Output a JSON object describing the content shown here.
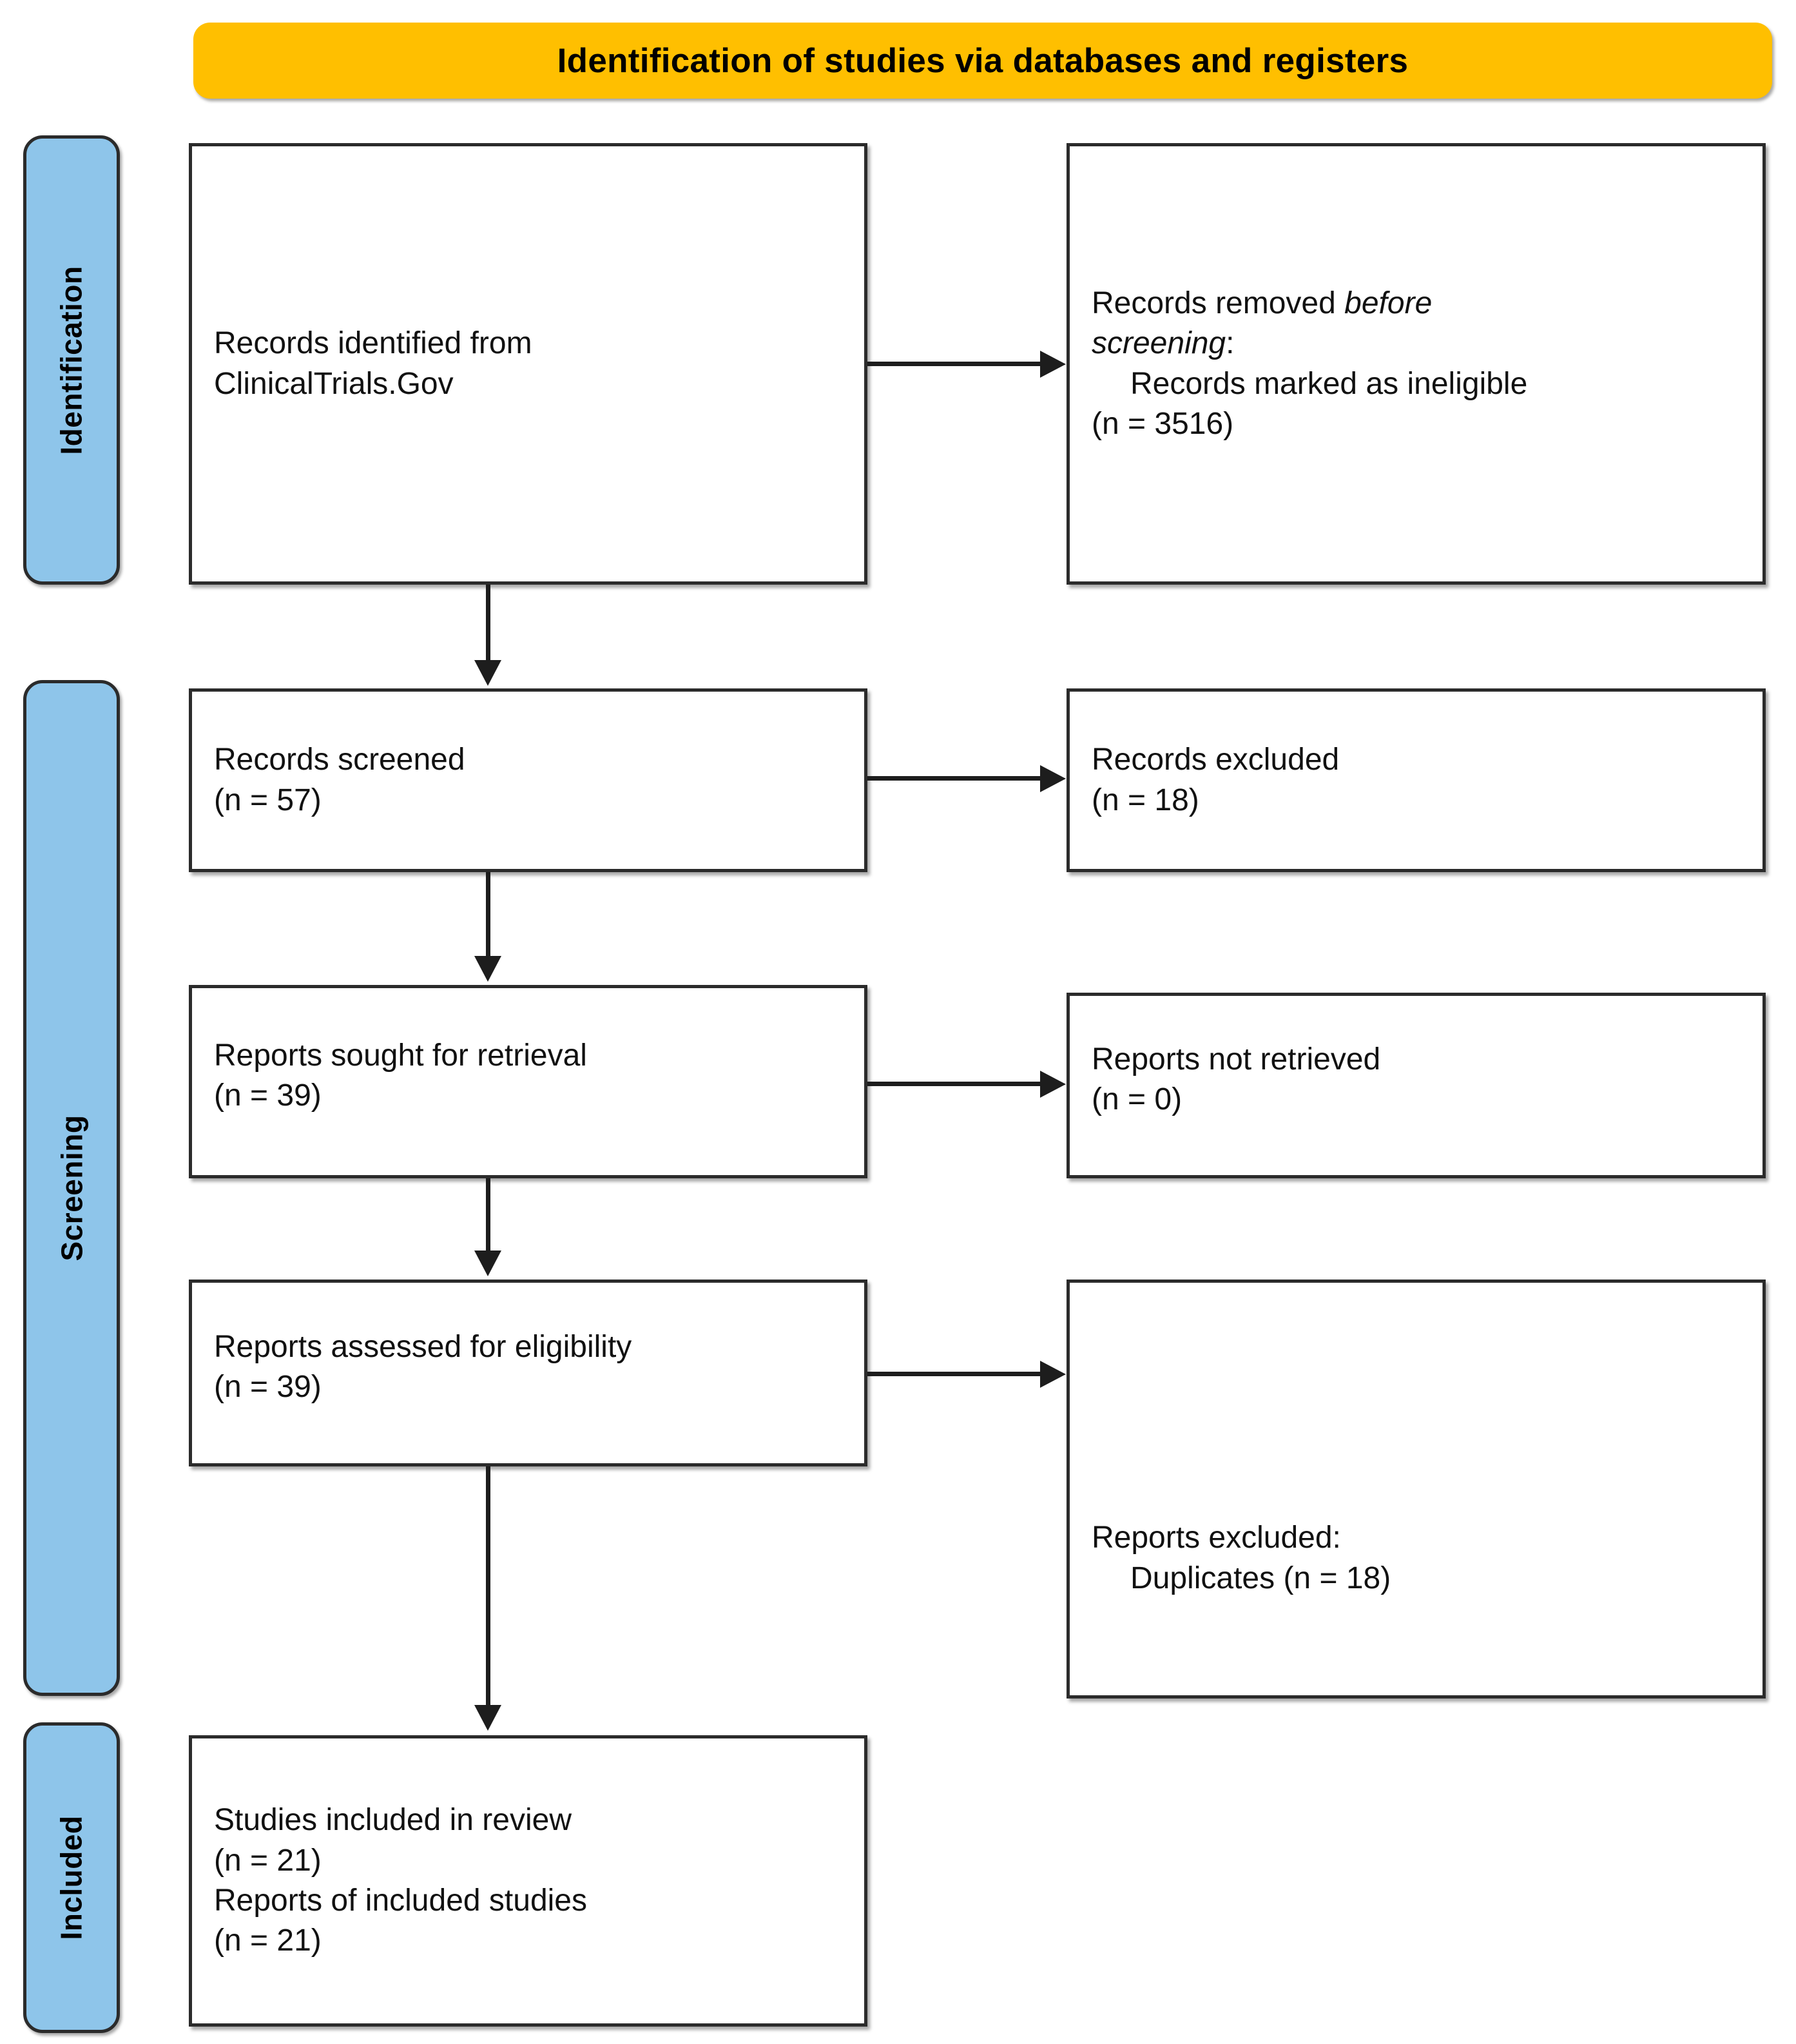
{
  "diagram": {
    "type": "prisma-flow-diagram",
    "header": {
      "title": "Identification of studies via databases and registers",
      "background_color": "#FFBF00"
    },
    "stages": [
      {
        "id": "identification",
        "label": "Identification",
        "color": "#8EC5EA"
      },
      {
        "id": "screening",
        "label": "Screening",
        "color": "#8EC5EA"
      },
      {
        "id": "included",
        "label": "Included",
        "color": "#8EC5EA"
      }
    ],
    "boxes": {
      "identified": {
        "line1": "Records identified from",
        "line2": "ClinicalTrials.Gov"
      },
      "removed_before_screening": {
        "line1": "Records removed ",
        "line1_em": "before",
        "line2_em": "screening",
        "line2_tail": ":",
        "line3": "Records marked as ineligible",
        "line4": "(n = 3516)",
        "count": 3516
      },
      "records_screened": {
        "line1": "Records screened",
        "line2": "(n = 57)",
        "count": 57
      },
      "records_excluded": {
        "line1": "Records excluded",
        "line2": "(n = 18)",
        "count": 18
      },
      "reports_sought": {
        "line1": "Reports sought for retrieval",
        "line2": "(n = 39)",
        "count": 39
      },
      "reports_not_retrieved": {
        "line1": "Reports not retrieved",
        "line2": "(n = 0)",
        "count": 0
      },
      "reports_assessed": {
        "line1": "Reports assessed for eligibility",
        "line2": "(n = 39)",
        "count": 39
      },
      "reports_excluded": {
        "line1": "Reports excluded:",
        "line2": "Duplicates (n = 18)",
        "count": 18
      },
      "studies_included": {
        "line1": "Studies included in review",
        "line2": "(n = 21)",
        "line3": "Reports of included studies",
        "line4": "(n = 21)",
        "studies_count": 21,
        "reports_count": 21
      }
    }
  }
}
